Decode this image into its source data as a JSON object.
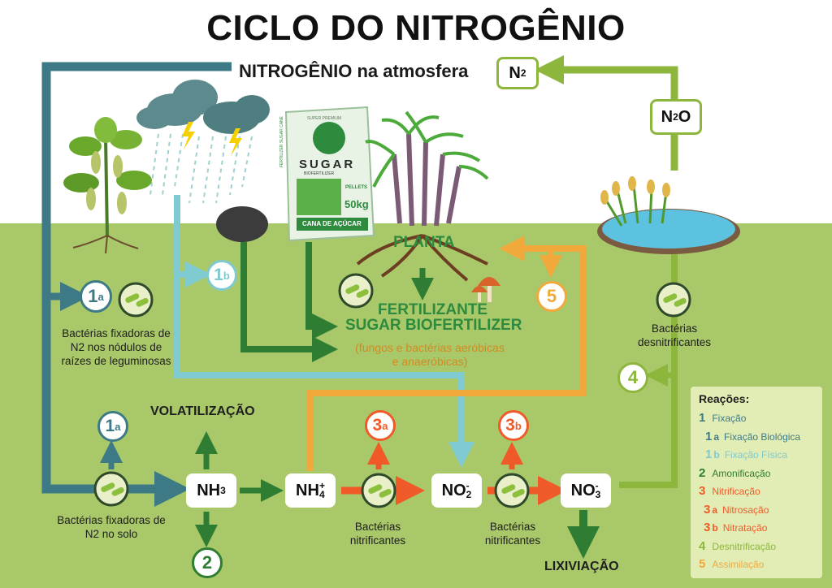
{
  "title": "CICLO DO NITROGÊNIO",
  "atmosphere": {
    "label": "NITROGÊNIO na atmosfera",
    "formula": "N",
    "formula_sub": "2"
  },
  "n2o": {
    "formula": "N",
    "sub": "2",
    "rest": "O"
  },
  "compounds": [
    {
      "id": "nh3",
      "base": "NH",
      "sub": "3",
      "sup": ""
    },
    {
      "id": "nh4",
      "base": "NH",
      "sub": "4",
      "sup": "+"
    },
    {
      "id": "no2",
      "base": "NO",
      "sub": "2",
      "sup": "-"
    },
    {
      "id": "no3",
      "base": "NO",
      "sub": "3",
      "sup": "-"
    }
  ],
  "steps": {
    "s1a_top": {
      "num": "1",
      "sub": "a"
    },
    "s1a_low": {
      "num": "1",
      "sub": "a"
    },
    "s1b": {
      "num": "1",
      "sub": "b"
    },
    "s2": {
      "num": "2",
      "sub": ""
    },
    "s3a": {
      "num": "3",
      "sub": "a"
    },
    "s3b": {
      "num": "3",
      "sub": "b"
    },
    "s4": {
      "num": "4",
      "sub": ""
    },
    "s5": {
      "num": "5",
      "sub": ""
    }
  },
  "labels": {
    "fixadoras_top": "Bactérias fixadoras de N2 nos nódulos de raízes de leguminosas",
    "fixadoras_solo": "Bactérias fixadoras de N2 no solo",
    "nitrificantes_a": "Bactérias nitrificantes",
    "nitrificantes_b": "Bactérias nitrificantes",
    "desnitrificantes": "Bactérias desnitrificantes",
    "volatilizacao": "VOLATILIZAÇÃO",
    "lixiviacao": "LIXIVIAÇÃO",
    "planta": "PLANTA",
    "fertilizante_1": "FERTILIZANTE",
    "fertilizante_2": "SUGAR BIOFERTILIZER",
    "fungos": "(fungos e bactérias aeróbicas e anaeróbicas)"
  },
  "bag": {
    "brand": "SUGAR",
    "sub": "BIOFERTILIZER",
    "side": "FERTILIZER SUGAR CANE",
    "top": "SUPER PREMIUM",
    "weight": "50kg",
    "pellets": "PELLETS",
    "bottom": "CANA DE AÇÚCAR"
  },
  "legend": {
    "title": "Reações:",
    "items": [
      {
        "num": "1",
        "sub": "",
        "label": "Fixação",
        "color": "#3d7a86"
      },
      {
        "num": "1",
        "sub": "a",
        "label": "Fixação Biológica",
        "color": "#3d7a86"
      },
      {
        "num": "1",
        "sub": "b",
        "label": "Fixação Física",
        "color": "#7fcad0"
      },
      {
        "num": "2",
        "sub": "",
        "label": "Amonificação",
        "color": "#2e7d32"
      },
      {
        "num": "3",
        "sub": "",
        "label": "Nitrificação",
        "color": "#f05a28"
      },
      {
        "num": "3",
        "sub": "a",
        "label": "Nitrosação",
        "color": "#f05a28"
      },
      {
        "num": "3",
        "sub": "b",
        "label": "Nitratação",
        "color": "#f05a28"
      },
      {
        "num": "4",
        "sub": "",
        "label": "Desnitrificação",
        "color": "#8cb63c"
      },
      {
        "num": "5",
        "sub": "",
        "label": "Assimilação",
        "color": "#f2a93b"
      }
    ]
  },
  "colors": {
    "ground": "#a9c86a",
    "teal": "#3d7a86",
    "light_teal": "#7fcad0",
    "green": "#2e7d32",
    "orange_red": "#f05a28",
    "lime": "#8cb63c",
    "orange": "#f2a93b"
  }
}
